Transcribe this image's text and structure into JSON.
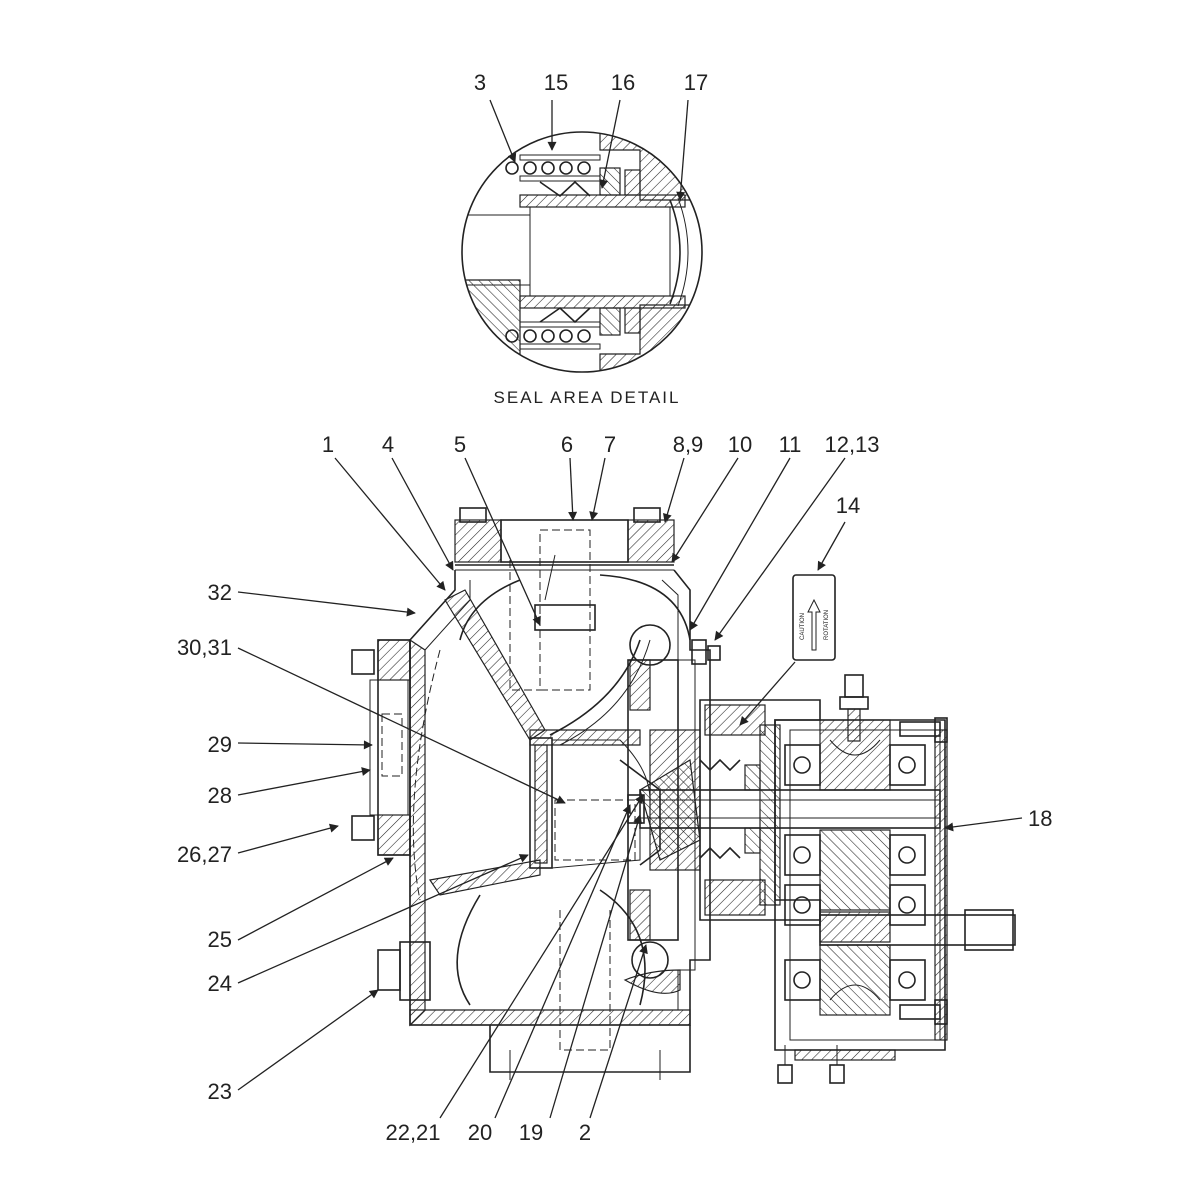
{
  "detail": {
    "caption": "SEAL AREA DETAIL",
    "callouts": [
      "3",
      "15",
      "16",
      "17"
    ]
  },
  "callouts": {
    "top": [
      "1",
      "4",
      "5",
      "6",
      "7",
      "8,9",
      "10",
      "11",
      "12,13",
      "14"
    ],
    "left": [
      "32",
      "30,31",
      "29",
      "28",
      "26,27",
      "25",
      "24",
      "23"
    ],
    "right": [
      "18"
    ],
    "bottom": [
      "22,21",
      "20",
      "19",
      "2"
    ]
  },
  "decal": {
    "heading": "CAUTION",
    "title": "ROTATION"
  }
}
